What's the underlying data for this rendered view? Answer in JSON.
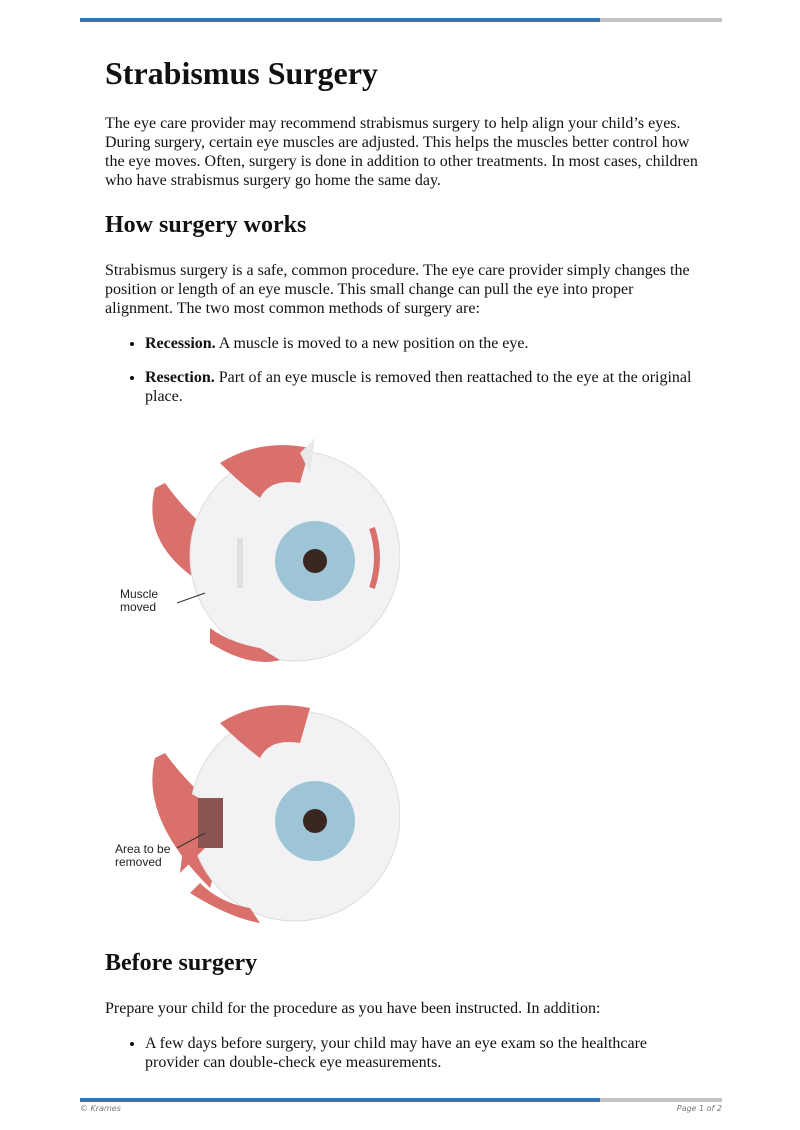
{
  "title": "Strabismus Surgery",
  "intro": "The eye care provider may recommend strabismus surgery to help align your child’s eyes. During surgery, certain eye muscles are adjusted. This helps the muscles better control how the eye moves. Often, surgery is done in addition to other treatments. In most cases, children who have strabismus surgery go home the same day.",
  "section1": {
    "heading": "How surgery works",
    "text": "Strabismus surgery is a safe, common procedure. The eye care provider simply changes the position or length of an eye muscle. This small change can pull the eye into proper alignment. The two most common methods of surgery are:",
    "items": [
      {
        "term": "Recession.",
        "text": " A muscle is moved to a new position on the eye."
      },
      {
        "term": "Resection.",
        "text": " Part of an eye muscle is removed then reattached to the eye at the original place."
      }
    ]
  },
  "figures": [
    {
      "label_line1": "Muscle",
      "label_line2": "moved"
    },
    {
      "label_line1": "Area to be",
      "label_line2": "removed"
    }
  ],
  "section2": {
    "heading": "Before surgery",
    "text": "Prepare your child for the procedure as you have been instructed. In addition:",
    "items": [
      {
        "text": "A few days before surgery, your child may have an eye exam so the healthcare provider can double-check eye measurements."
      }
    ]
  },
  "footer": {
    "left": "© Krames",
    "right": "Page 1 of 2",
    "progress": 0.81
  },
  "colors": {
    "accent": "#3a74ae",
    "bar_bg": "#c4c4c4",
    "muscle": "#d9706c"
  }
}
